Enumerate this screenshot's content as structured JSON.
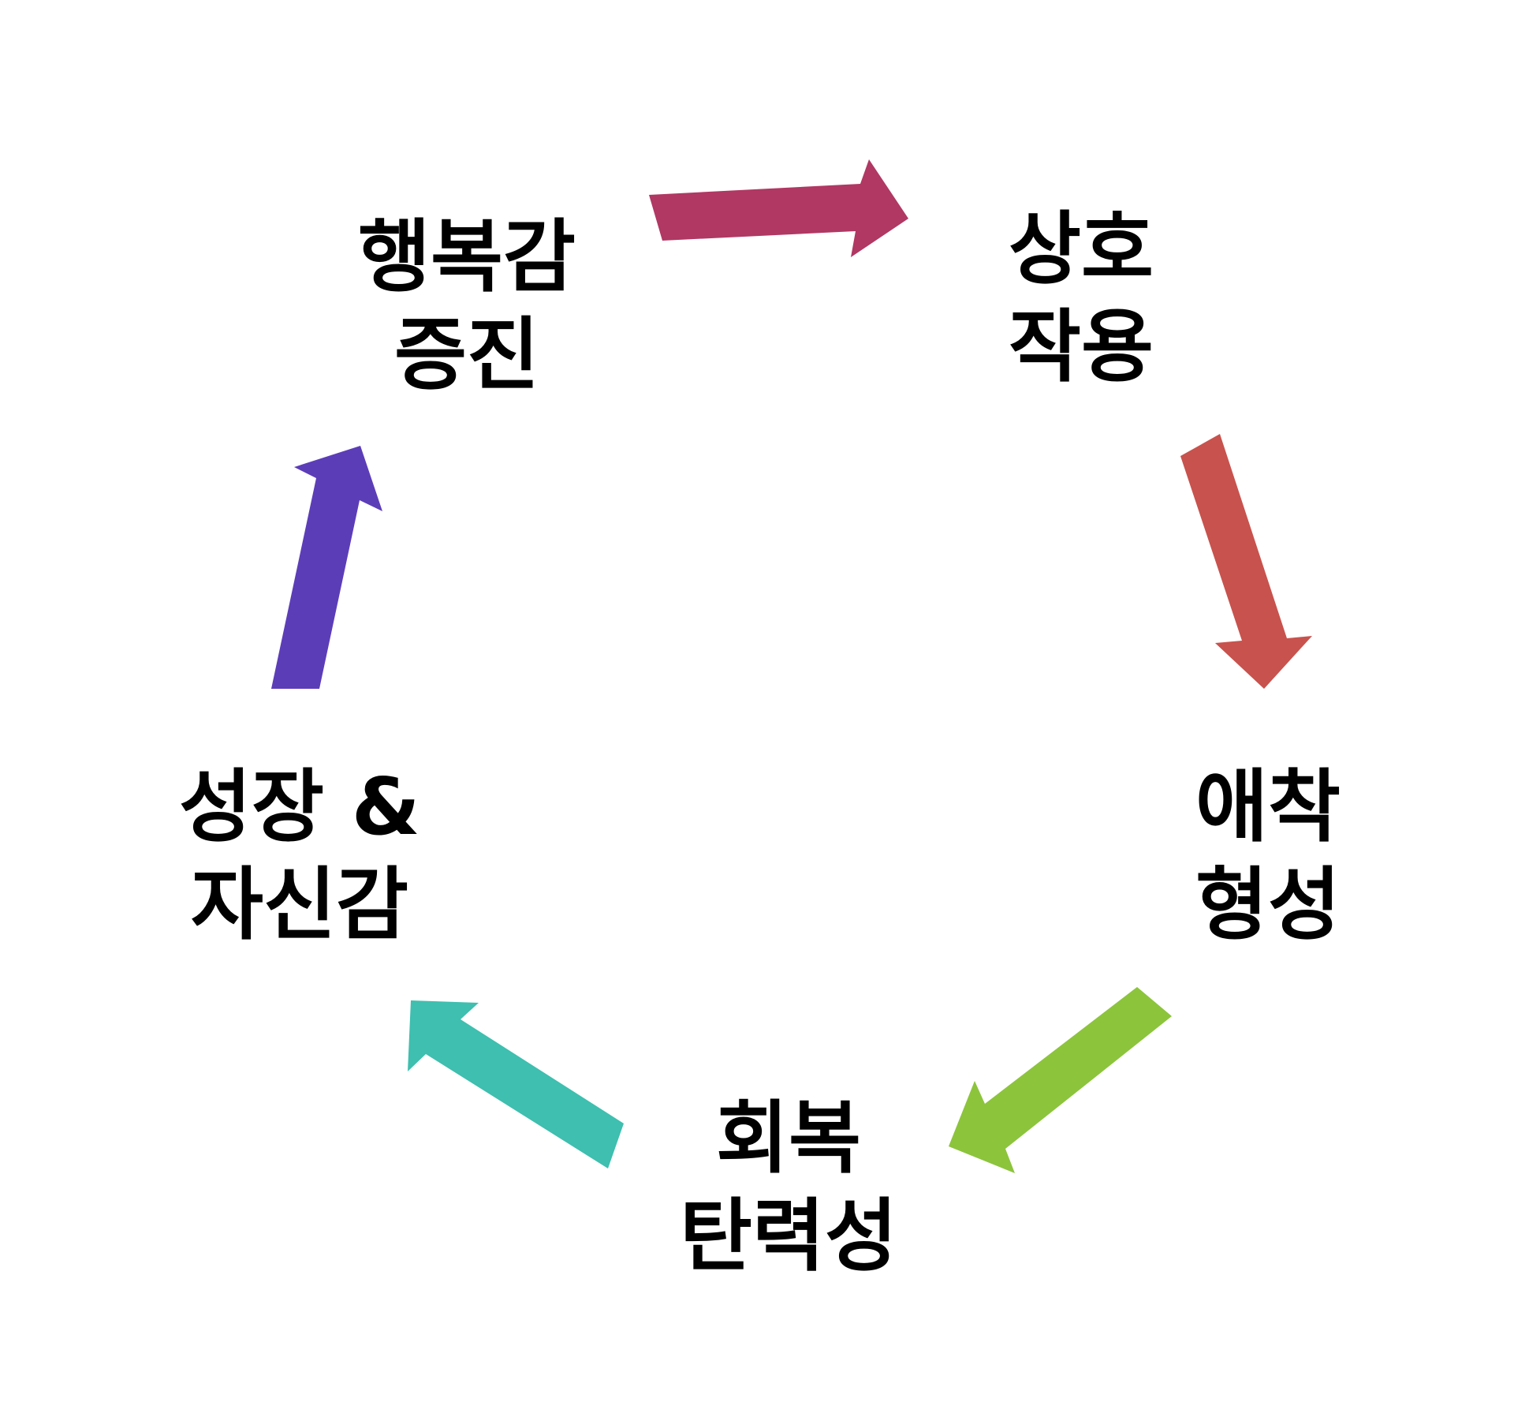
{
  "nodes": [
    {
      "id": "happiness",
      "lines": [
        "행복감",
        "증진"
      ]
    },
    {
      "id": "interaction",
      "lines": [
        "상호",
        "작용"
      ]
    },
    {
      "id": "attachment",
      "lines": [
        "애착",
        "형성"
      ]
    },
    {
      "id": "resilience",
      "lines": [
        "회복",
        "탄력성"
      ]
    },
    {
      "id": "growth",
      "lines": [
        "성장 &",
        "자신감"
      ]
    }
  ],
  "arrows": [
    {
      "from": "happiness",
      "to": "interaction",
      "color": "#B03863"
    },
    {
      "from": "interaction",
      "to": "attachment",
      "color": "#C8524D"
    },
    {
      "from": "attachment",
      "to": "resilience",
      "color": "#8CC43C"
    },
    {
      "from": "resilience",
      "to": "growth",
      "color": "#3EBFAF"
    },
    {
      "from": "growth",
      "to": "happiness",
      "color": "#5C3DB8"
    }
  ]
}
